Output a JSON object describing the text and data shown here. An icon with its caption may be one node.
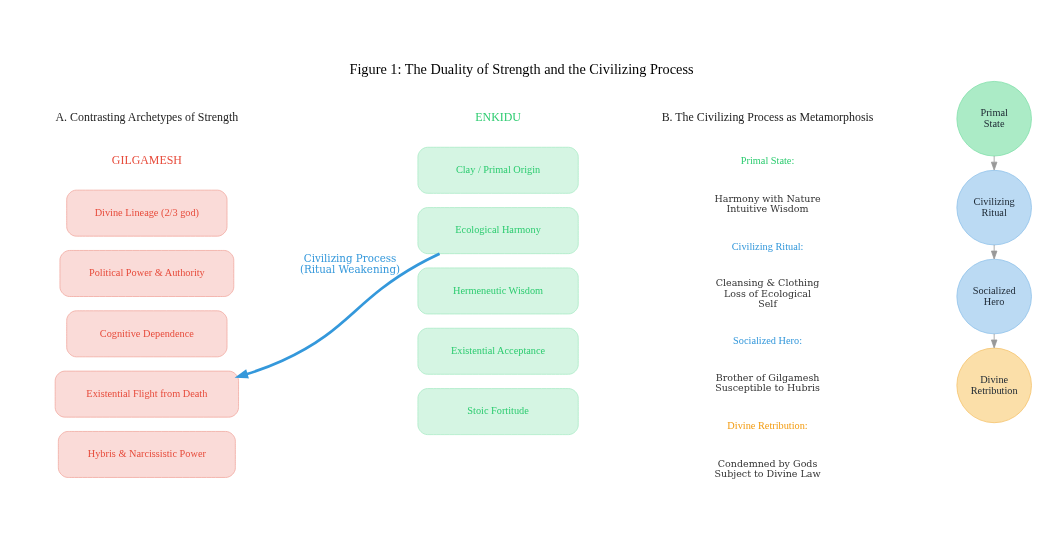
{
  "diagram": {
    "title": "Figure 1: The Duality of Strength and the Civilizing Process",
    "nodes": [
      {
        "text": [
          "Divine Lineage (2/3 god)"
        ]
      },
      {
        "text": [
          "Political Power & Authority"
        ]
      },
      {
        "text": [
          "Cognitive Dependence"
        ]
      },
      {
        "text": [
          "Existential Flight from Death"
        ]
      },
      {
        "text": [
          "Hybris & Narcissistic Power"
        ]
      },
      {
        "text": [
          "Clay / Primal Origin"
        ]
      },
      {
        "text": [
          "Ecological Harmony"
        ]
      },
      {
        "text": [
          "Hermeneutic Wisdom"
        ]
      },
      {
        "text": [
          "Existential Acceptance"
        ]
      },
      {
        "text": [
          "Stoic Fortitude"
        ]
      },
      {
        "text": [
          "Primal State"
        ]
      },
      {
        "text": [
          "Civilizing Ritual"
        ]
      },
      {
        "text": [
          "Socialized Hero"
        ]
      },
      {
        "text": [
          "Divine Retribution"
        ]
      }
    ],
    "edges": [
      {
        "from": 6,
        "to": 3,
        "arrow": "to",
        "label": "Civilizing Process (Ritual Weakening)",
        "color": "#3498db",
        "style": "thick"
      },
      {
        "from": 10,
        "to": 11,
        "arrow": "to"
      },
      {
        "from": 11,
        "to": 12,
        "arrow": "to"
      },
      {
        "from": 12,
        "to": 13,
        "arrow": "to"
      }
    ],
    "labels": [
      "A. Contrasting Archetypes of Strength",
      "B. The Civilizing Process as Metamorphosis",
      "GILGAMESH",
      "ENKIDU",
      "Primal State:",
      "Harmony with Nature Intuitive Wisdom",
      "Civilizing Ritual:",
      "Cleansing & Clothing Loss of Ecological Self",
      "Socialized Hero:",
      "Brother of Gilgamesh Susceptible to Hubris",
      "Divine Retribution:",
      "Condemned by Gods Subject to Divine Law"
    ]
  }
}
